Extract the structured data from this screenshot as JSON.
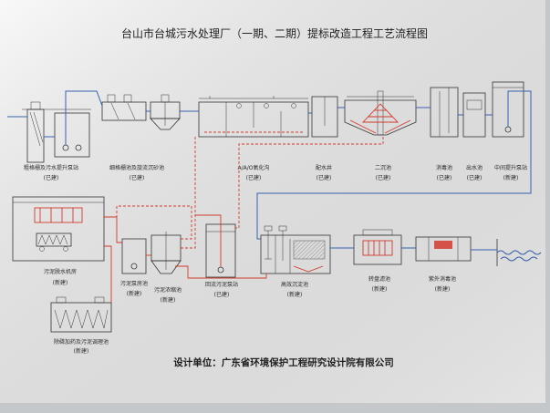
{
  "title": "台山市台城污水处理厂（一期、二期）提标改造工程工艺流程图",
  "units": {
    "coarse_screen": {
      "name": "粗格栅及污水提升泵站",
      "status": "(已建)"
    },
    "fine_screen": {
      "name": "细格栅池及旋流沉砂池",
      "status": "(已建)"
    },
    "oxidation_ditch": {
      "name": "A/A/O氧化沟",
      "status": "(已建)"
    },
    "distribution_well": {
      "name": "配水井",
      "status": "(已建)"
    },
    "secondary_clarifier": {
      "name": "二沉池",
      "status": "(已建)"
    },
    "disinfection_tank": {
      "name": "消毒池",
      "status": "(已建)"
    },
    "outlet_tank": {
      "name": "出水池",
      "status": "(已建)"
    },
    "intermediate_pump": {
      "name": "中间提升泵站",
      "status": "(新建)"
    },
    "sludge_dewatering": {
      "name": "污泥脱水机房",
      "status": "(新建)"
    },
    "dosing_tank": {
      "name": "除磷加药及污泥调理池",
      "status": "(新建)"
    },
    "sludge_pump_tank": {
      "name": "污泥泵房池",
      "status": "(新建)"
    },
    "sludge_thickener": {
      "name": "污泥浓缩池",
      "status": "(新建)"
    },
    "return_sludge_pump": {
      "name": "回流污泥泵站",
      "status": "(已建)"
    },
    "high_rate_clarifier": {
      "name": "高效沉淀池",
      "status": "(新建)"
    },
    "disc_filter": {
      "name": "转盘滤池",
      "status": "(新建)"
    },
    "uv_disinfection": {
      "name": "紫外消毒池",
      "status": "(新建)"
    }
  },
  "footer": {
    "label": "设计单位：",
    "company": "广东省环境保护工程研究设计院有限公司"
  },
  "colors": {
    "paper": "#f4f5f4",
    "outline": "#333333",
    "water_line": "#3a5fb0",
    "sludge_line": "#d23a2e"
  }
}
